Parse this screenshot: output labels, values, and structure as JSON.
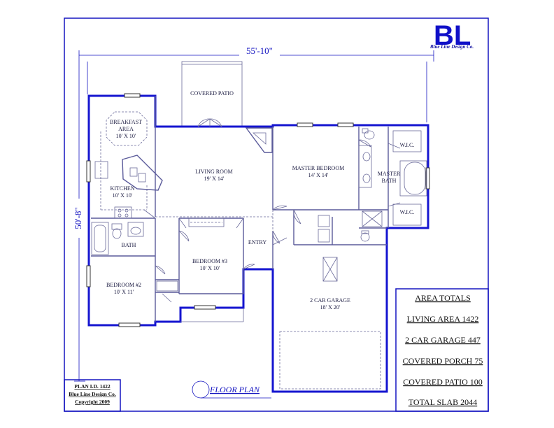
{
  "logo": {
    "mark": "BL",
    "company": "Blue Line Design Co."
  },
  "dimensions": {
    "width": "55'-10\"",
    "depth": "50'-8\""
  },
  "rooms": {
    "covered_patio": "COVERED PATIO",
    "breakfast": [
      "BREAKFAST",
      "AREA",
      "10' X 10'"
    ],
    "kitchen": [
      "KITCHEN",
      "10' X 10'"
    ],
    "living": [
      "LIVING ROOM",
      "19' X 14'"
    ],
    "master_bedroom": [
      "MASTER BEDROOM",
      "14' X 14'"
    ],
    "wic_top": "W.I.C.",
    "master_bath": [
      "MASTER",
      "BATH"
    ],
    "wic_bottom": "W.I.C.",
    "bath": "BATH",
    "bedroom3": [
      "BEDROOM #3",
      "10' X 10'"
    ],
    "entry": "ENTRY",
    "bedroom2": [
      "BEDROOM #2",
      "10' X 11'"
    ],
    "garage": [
      "2 CAR GARAGE",
      "18' X 20'"
    ]
  },
  "area_totals": {
    "title": "AREA TOTALS",
    "rows": [
      "LIVING AREA  1422",
      "2 CAR GARAGE  447",
      "COVERED PORCH  75",
      "COVERED PATIO  100",
      "TOTAL SLAB  2044"
    ]
  },
  "plan_info": [
    "PLAN I.D. 1422",
    "Blue Line Design Co.",
    "Copyright 2009"
  ],
  "floor_plan_title": "FLOOR PLAN"
}
